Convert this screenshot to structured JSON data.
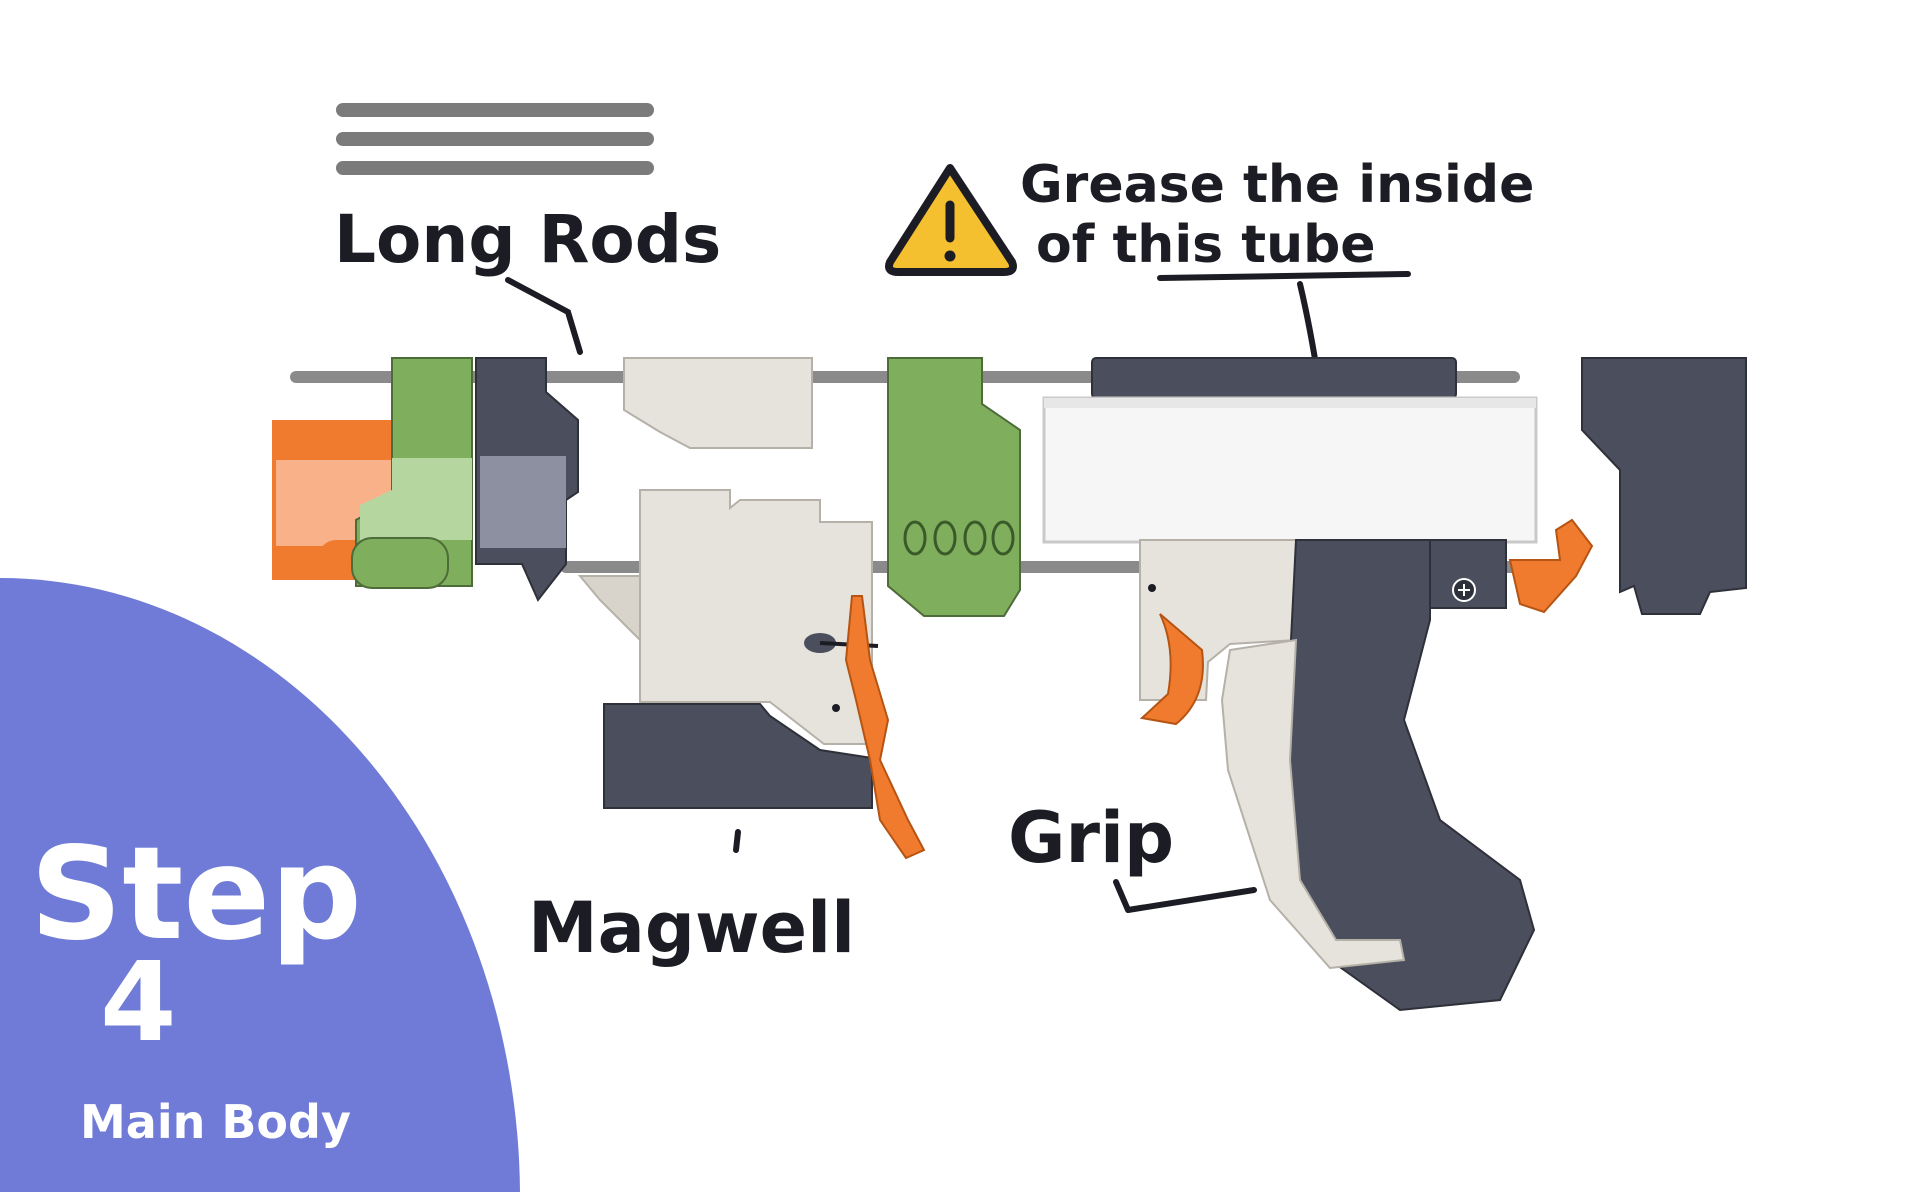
{
  "step": {
    "word": "Step",
    "number": "4",
    "subtitle": "Main Body",
    "badge_color": "#6f7bd6"
  },
  "labels": {
    "long_rods": "Long Rods",
    "magwell": "Magwell",
    "grip": "Grip",
    "grease_line1": "Grease the inside",
    "grease_line2_prefix": "of ",
    "grease_line2_emph": "this tube"
  },
  "colors": {
    "green": "#7fae5c",
    "green_light": "#b6d6a0",
    "dark": "#4b4e5c",
    "dark_light": "#8d90a0",
    "orange": "#f07b2e",
    "orange_light": "#f9b18a",
    "cream": "#e6e3dc",
    "rod": "#8a8a8a",
    "ink": "#1c1c24",
    "warning": "#f5c02f"
  }
}
